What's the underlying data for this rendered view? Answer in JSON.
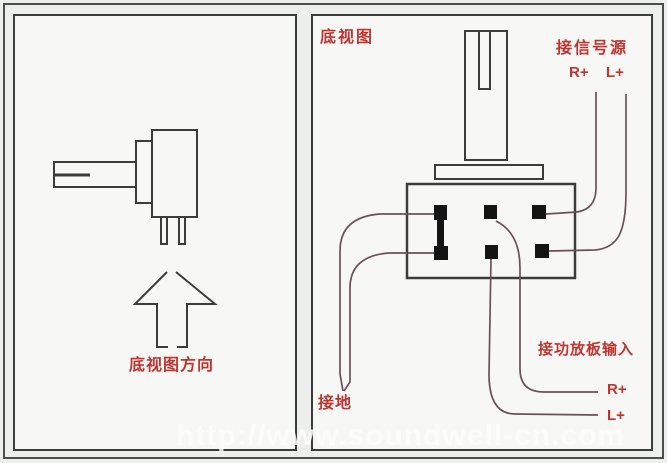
{
  "colors": {
    "label_red": "#bf3430",
    "wire": "#6b5058",
    "outline": "#3c3c3c",
    "pin_black": "#141414",
    "panel_bg": "#f7f8f6",
    "page_bg": "#edefed",
    "watermark_white": "#fcfdfc"
  },
  "left_panel": {
    "direction_label": "底视图方向"
  },
  "right_panel": {
    "title": "底视图",
    "signal_source_label": "接信号源",
    "signal_r_label": "R+",
    "signal_l_label": "L+",
    "amp_input_label": "接功放板输入",
    "amp_r_label": "R+",
    "amp_l_label": "L+",
    "ground_label": "接地"
  },
  "watermark": "http://www.soundwell-cn.com"
}
